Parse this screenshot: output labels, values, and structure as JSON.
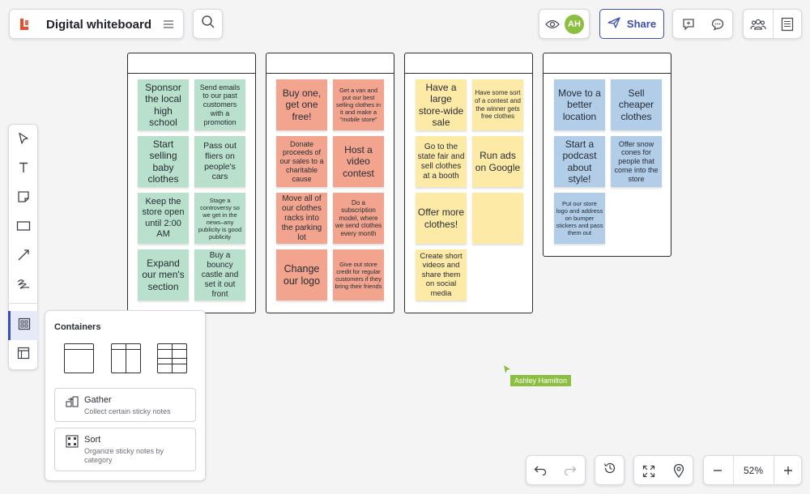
{
  "app": {
    "title": "Digital whiteboard"
  },
  "header": {
    "user_initials": "AH",
    "share_label": "Share"
  },
  "icons": {
    "logo": "lucid-logo-icon",
    "menu": "hamburger-menu-icon",
    "search": "search-icon",
    "visibility": "eye-icon",
    "share": "send-icon",
    "comment": "comment-icon",
    "chat": "chat-icon",
    "collaborators": "people-icon",
    "notes": "notes-icon"
  },
  "colors": {
    "green": "#b8e0cc",
    "red": "#f2a48f",
    "yellow": "#fdeaa7",
    "blue": "#b1cde8",
    "accent": "#3a4fb0",
    "user": "#8cbf3f"
  },
  "containers": [
    {
      "notes": [
        "Sponsor the local high school",
        "Send emails to our past customers with a promotion",
        "Start selling baby clothes",
        "Pass out fliers on people's cars",
        "Keep the store open until 2:00 AM",
        "Stage a controversy so we get in the news–any publicity is good publicity",
        "Expand our men's section",
        "Buy a bouncy castle and set it out front"
      ]
    },
    {
      "notes": [
        "Buy one, get one free!",
        "Get a van and put our best selling clothes in it and make a \"mobile store\"",
        "Donate proceeds of our sales to a charitable cause",
        "Host a video contest",
        "Move all of our clothes racks into the parking lot",
        "Do a subscription model, where we send clothes every month",
        "Change our logo",
        "Give out store credit for regular customers if they bring their friends"
      ]
    },
    {
      "notes": [
        "Have a large store-wide sale",
        "Have some sort of a contest and the winner gets free clothes",
        "Go to the state fair and sell clothes at a booth",
        "Run ads on Google",
        "Offer more clothes!",
        "",
        "Create short videos and share them on social media"
      ]
    },
    {
      "notes": [
        "Move to a better location",
        "Sell cheaper clothes",
        "Start a podcast about style!",
        "Offer snow cones for people that come into the store",
        "Put our store logo and address on bumper stickers and pass them out"
      ]
    }
  ],
  "toolbar": {
    "tools": [
      "select-tool",
      "text-tool",
      "sticky-note-tool",
      "shape-tool",
      "line-tool",
      "draw-tool",
      "containers-tool",
      "templates-tool"
    ]
  },
  "popup": {
    "title": "Containers",
    "gather_title": "Gather",
    "gather_sub": "Collect certain sticky notes",
    "sort_title": "Sort",
    "sort_sub": "Organize sticky notes by category"
  },
  "cursor": {
    "user_name": "Ashley Hamilton"
  },
  "zoom": {
    "level": "52%"
  }
}
